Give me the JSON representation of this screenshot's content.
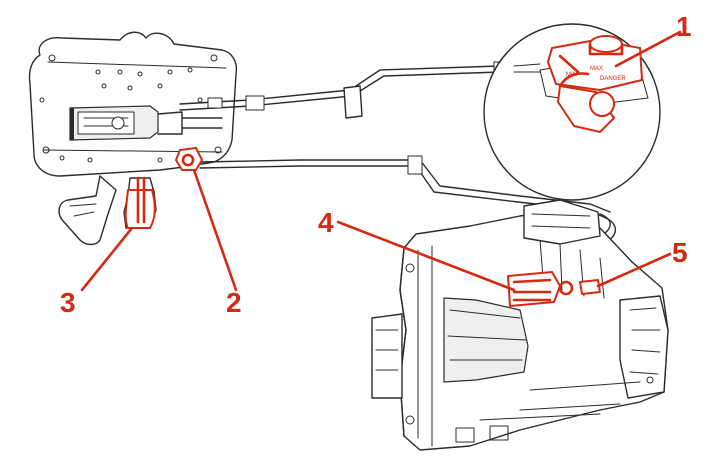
{
  "diagram": {
    "accent_color": "#d42a12",
    "line_color": "#2b2b2b",
    "callouts": [
      {
        "label": "1",
        "part": "brake-fluid-reservoir"
      },
      {
        "label": "2",
        "part": "clutch-master-cylinder"
      },
      {
        "label": "3",
        "part": "clutch-pedal"
      },
      {
        "label": "4",
        "part": "clutch-slave-cylinder"
      },
      {
        "label": "5",
        "part": "bleed-screw"
      }
    ],
    "reservoir_markings": [
      "MAX",
      "MIN",
      "DANGER"
    ]
  }
}
